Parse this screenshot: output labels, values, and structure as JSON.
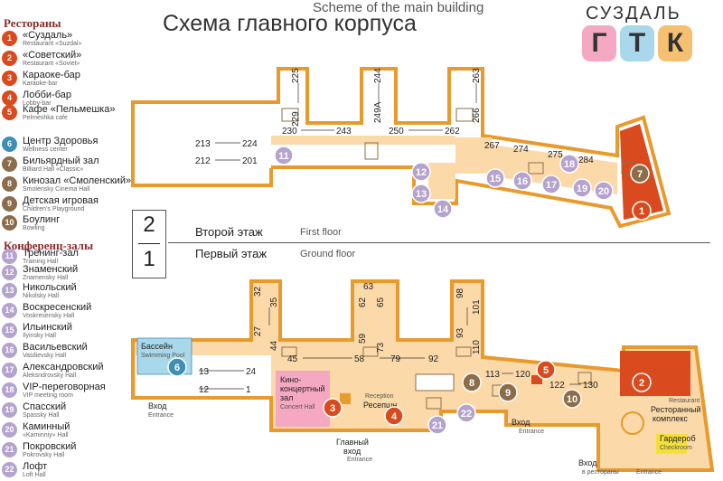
{
  "header": {
    "subtitle_en": "Scheme of the main building",
    "title_ru": "Схема главного корпуса",
    "brand": "СУЗДАЛЬ",
    "logo_letters": [
      "Г",
      "Т",
      "К"
    ],
    "logo_colors": [
      "#f5a8c2",
      "#a8d8ea",
      "#f5c071"
    ]
  },
  "legend": {
    "restaurants_title": "Рестораны",
    "conference_title": "Конференц-залы",
    "items": [
      {
        "num": "1",
        "ru": "«Суздаль»",
        "en": "Restaurant «Suzdal»",
        "color": "#d94a1e"
      },
      {
        "num": "2",
        "ru": "«Советский»",
        "en": "Restaurant «Soviet»",
        "color": "#d94a1e"
      },
      {
        "num": "3",
        "ru": "Караоке-бар",
        "en": "Karaoke-bar",
        "color": "#d94a1e"
      },
      {
        "num": "4",
        "ru": "Лобби-бар",
        "en": "Lobby-bar",
        "color": "#d94a1e"
      },
      {
        "num": "5",
        "ru": "Кафе «Пельмешка»",
        "en": "Pelmeshka cafe",
        "color": "#d94a1e"
      },
      {
        "num": "6",
        "ru": "Центр Здоровья",
        "en": "Wellness center",
        "color": "#3e8fb8"
      },
      {
        "num": "7",
        "ru": "Бильярдный зал",
        "en": "Billiard Hall «Classic»",
        "color": "#8b6d4a"
      },
      {
        "num": "8",
        "ru": "Кинозал «Смоленский»",
        "en": "Smolensky Cinema Hall",
        "color": "#8b6d4a"
      },
      {
        "num": "9",
        "ru": "Детская игровая",
        "en": "Children's Playground",
        "color": "#8b6d4a"
      },
      {
        "num": "10",
        "ru": "Боулинг",
        "en": "Bowling",
        "color": "#8b6d4a"
      },
      {
        "num": "11",
        "ru": "Тренинг-зал",
        "en": "Training Hall",
        "color": "#b5a3cf"
      },
      {
        "num": "12",
        "ru": "Знаменский",
        "en": "Znamensky Hall",
        "color": "#b5a3cf"
      },
      {
        "num": "13",
        "ru": "Никольский",
        "en": "Nikolsky Hall",
        "color": "#b5a3cf"
      },
      {
        "num": "14",
        "ru": "Воскресенский",
        "en": "Voskresensky Hall",
        "color": "#b5a3cf"
      },
      {
        "num": "15",
        "ru": "Ильинский",
        "en": "Ilyinsky Hall",
        "color": "#b5a3cf"
      },
      {
        "num": "16",
        "ru": "Васильевский",
        "en": "Vasilievsky Hall",
        "color": "#b5a3cf"
      },
      {
        "num": "17",
        "ru": "Александровский",
        "en": "Aleksndrovsky Hall",
        "color": "#b5a3cf"
      },
      {
        "num": "18",
        "ru": "VIP-переговорная",
        "en": "VIP meeting room",
        "color": "#b5a3cf"
      },
      {
        "num": "19",
        "ru": "Спасский",
        "en": "Spassky Hall",
        "color": "#b5a3cf"
      },
      {
        "num": "20",
        "ru": "Каминный",
        "en": "«Kaminniy» Hall",
        "color": "#b5a3cf"
      },
      {
        "num": "21",
        "ru": "Покровский",
        "en": "Pokrovsky Hall",
        "color": "#b5a3cf"
      },
      {
        "num": "22",
        "ru": "Лофт",
        "en": "Loft Hall",
        "color": "#b5a3cf"
      }
    ]
  },
  "floors": {
    "second_ru": "Второй этаж",
    "second_en": "First floor",
    "first_ru": "Первый этаж",
    "first_en": "Ground floor",
    "upper_num": "2",
    "lower_num": "1"
  },
  "second_floor_rooms": [
    "213",
    "224",
    "212",
    "201",
    "229",
    "225",
    "230",
    "243",
    "249A",
    "244",
    "250",
    "262",
    "266",
    "263",
    "267",
    "274",
    "275",
    "284"
  ],
  "first_floor_rooms": [
    "27",
    "32",
    "44",
    "35",
    "45",
    "58",
    "59",
    "62",
    "63",
    "73",
    "65",
    "79",
    "92",
    "93",
    "98",
    "110",
    "101",
    "13",
    "24",
    "12",
    "1",
    "113",
    "120",
    "122",
    "130"
  ],
  "labels": {
    "pool_ru": "Бассейн",
    "pool_en": "Swimming Pool",
    "concert_ru1": "Кино-",
    "concert_ru2": "концертный",
    "concert_ru3": "зал",
    "concert_en": "Concert Hall",
    "reception_en": "Reception",
    "reception_ru": "Ресепшн",
    "main_entrance_ru1": "Главный",
    "main_entrance_ru2": "вход",
    "main_entrance_en": "Entrance",
    "entrance_left_ru": "Вход",
    "entrance_left_en": "Entrance",
    "entrance_mid_ru": "Вход",
    "entrance_mid_en": "Entrance",
    "entrance_rest_ru1": "Вход",
    "entrance_rest_ru2": "в рестораны",
    "entrance_rest_en": "Entrance",
    "restaurant_en": "Restaurant",
    "restaurant_ru1": "Ресторанный",
    "restaurant_ru2": "комплекс",
    "cloak_ru": "Гардероб",
    "cloak_en": "Checkroom"
  }
}
